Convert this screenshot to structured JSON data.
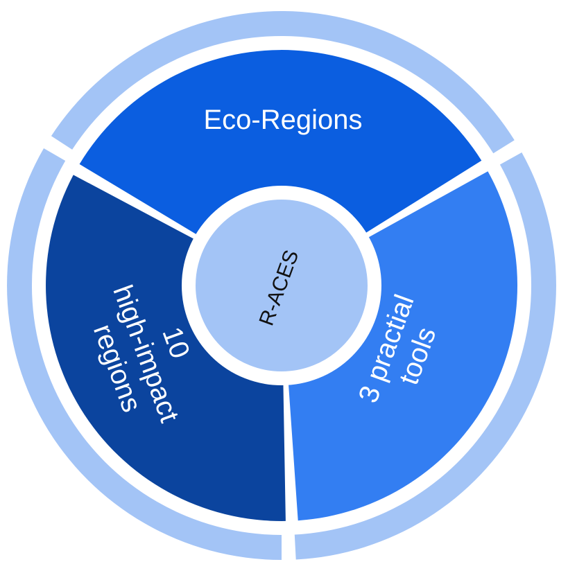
{
  "center": {
    "label": "R-ACES"
  },
  "segments": [
    {
      "id": "eco-regions",
      "lines": [
        "Eco-Regions"
      ]
    },
    {
      "id": "practical-tools",
      "lines": [
        "3 practial",
        "tools"
      ]
    },
    {
      "id": "high-impact-regions",
      "lines": [
        "10",
        "high-impact",
        "regions"
      ]
    }
  ],
  "colors": {
    "outer_ring": "#a3c4f6",
    "eco_regions": "#0b5ee0",
    "practical_tools": "#337ef2",
    "high_impact_regions": "#0b449e",
    "hub": "#a3c4f6",
    "separator": "#ffffff"
  }
}
